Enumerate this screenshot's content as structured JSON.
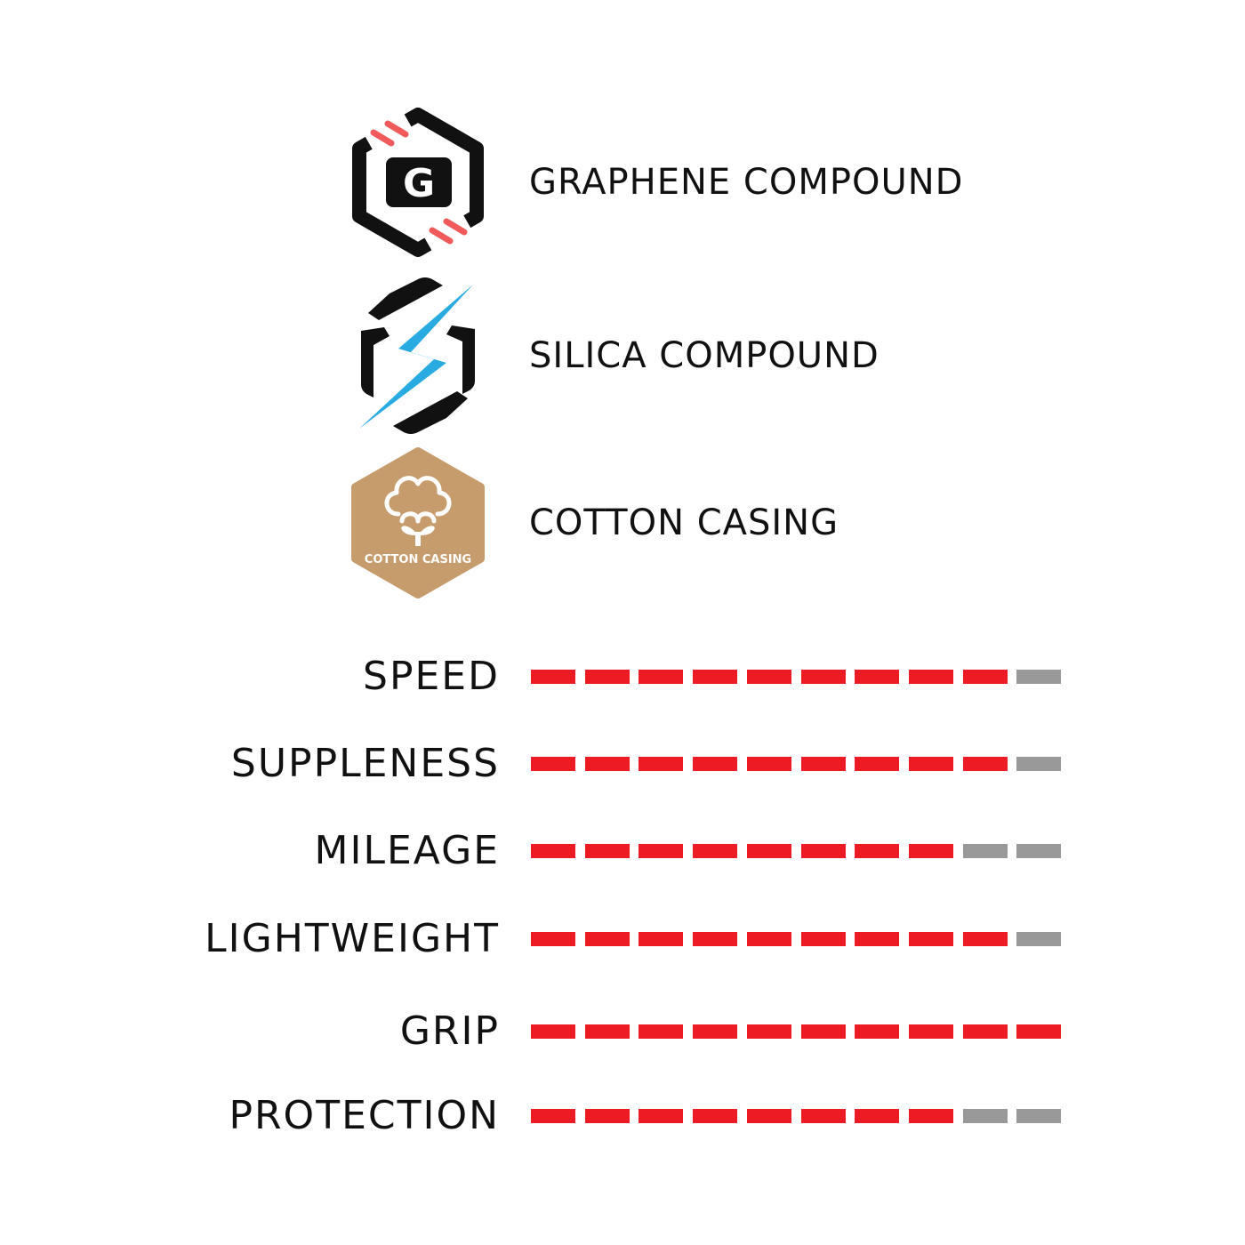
{
  "colors": {
    "filled": "#ed1c24",
    "empty": "#999999",
    "graphene_accent": "#f05a5a",
    "silica_accent": "#29abe2",
    "cotton_badge": "#c69c6d"
  },
  "features": [
    {
      "label": "GRAPHENE COMPOUND",
      "icon": "graphene-g-hexagon-icon"
    },
    {
      "label": "SILICA COMPOUND",
      "icon": "silica-lightning-hexagon-icon"
    },
    {
      "label": "COTTON CASING",
      "icon": "cotton-casing-badge-icon",
      "badge_text": "COTTON CASING"
    }
  ],
  "ratings": {
    "max": 10,
    "items": [
      {
        "label": "SPEED",
        "value": 9
      },
      {
        "label": "SUPPLENESS",
        "value": 9
      },
      {
        "label": "MILEAGE",
        "value": 8
      },
      {
        "label": "LIGHTWEIGHT",
        "value": 9
      },
      {
        "label": "GRIP",
        "value": 10
      },
      {
        "label": "PROTECTION",
        "value": 8
      }
    ]
  }
}
